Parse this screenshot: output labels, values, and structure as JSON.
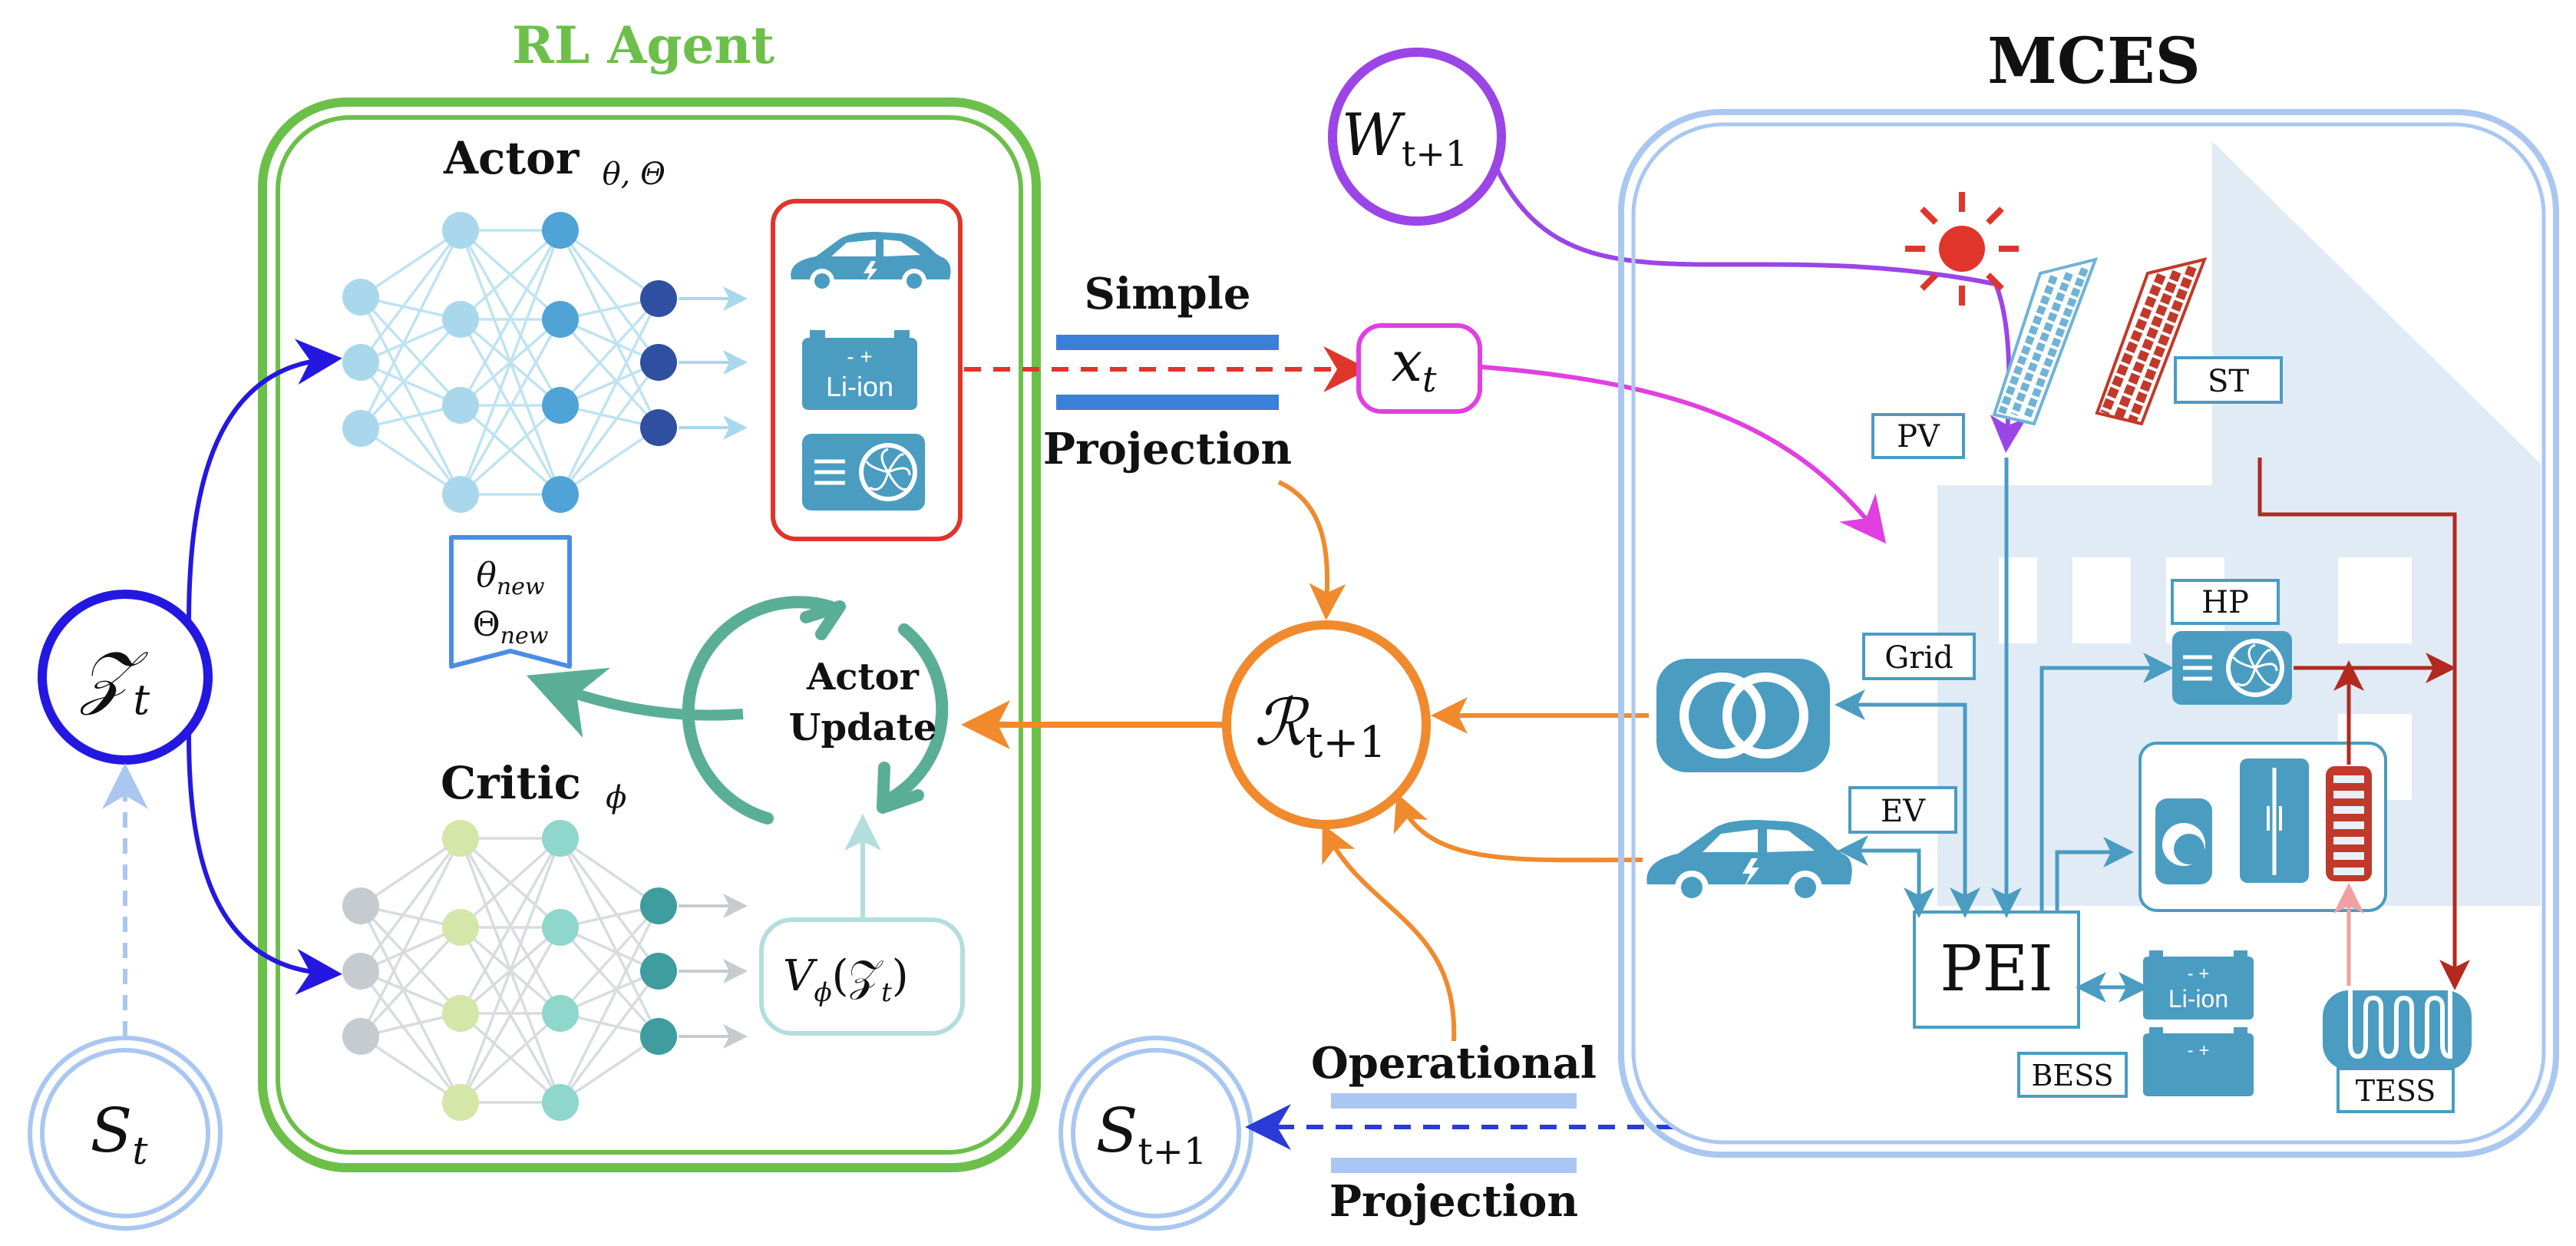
{
  "agent": {
    "title": "RL Agent",
    "actor_label": "Actor",
    "actor_params": "θ, Θ",
    "critic_label": "Critic",
    "critic_param": "ϕ",
    "actor_update_line1": "Actor",
    "actor_update_line2": "Update",
    "theta_new": "θ",
    "theta_new_sub": "new",
    "Theta_new": "Θ",
    "Theta_new_sub": "new",
    "value_fn_V": "V",
    "value_fn_sub": "ϕ",
    "value_fn_arg": "(𝒵",
    "value_fn_arg_sub": "t",
    "value_fn_close": ")",
    "battery_text": "Li-ion",
    "battery_terminals": "- +"
  },
  "simple_projection": {
    "top": "Simple",
    "bottom": "Projection"
  },
  "operational_projection": {
    "top": "Operational",
    "bottom": "Projection"
  },
  "nodes": {
    "z": {
      "main": "𝒵",
      "sub": "t"
    },
    "s": {
      "main": "S",
      "sub": "t"
    },
    "s_next": {
      "main": "S",
      "sub": "t+1"
    },
    "w": {
      "main": "W",
      "sub": "t+1"
    },
    "x": {
      "main": "x",
      "sub": "t"
    },
    "r": {
      "main": "ℛ",
      "sub": "t+1"
    }
  },
  "mces": {
    "title": "MCES",
    "labels": {
      "pv": "PV",
      "st": "ST",
      "hp": "HP",
      "grid": "Grid",
      "ev": "EV",
      "pei": "PEI",
      "bess": "BESS",
      "tess": "TESS",
      "battery": "Li-ion",
      "battery_terminals": "- +",
      "bess_terminals": "-        +"
    }
  },
  "colors": {
    "agent_green": "#6cc04a",
    "actor_light": "#a9d8ec",
    "actor_dark": "#2f4fa0",
    "critic_gray": "#c6cbcf",
    "critic_teal": "#3f9c9f",
    "icon_blue": "#4a9cc1",
    "orange": "#f08a2d",
    "magenta": "#e040e0",
    "purple": "#9b45e6",
    "deep_blue": "#2418e0",
    "light_blue": "#a9c7f0",
    "red": "#e0352b",
    "dark_red": "#b22a1e",
    "teal_update": "#5aae96"
  }
}
